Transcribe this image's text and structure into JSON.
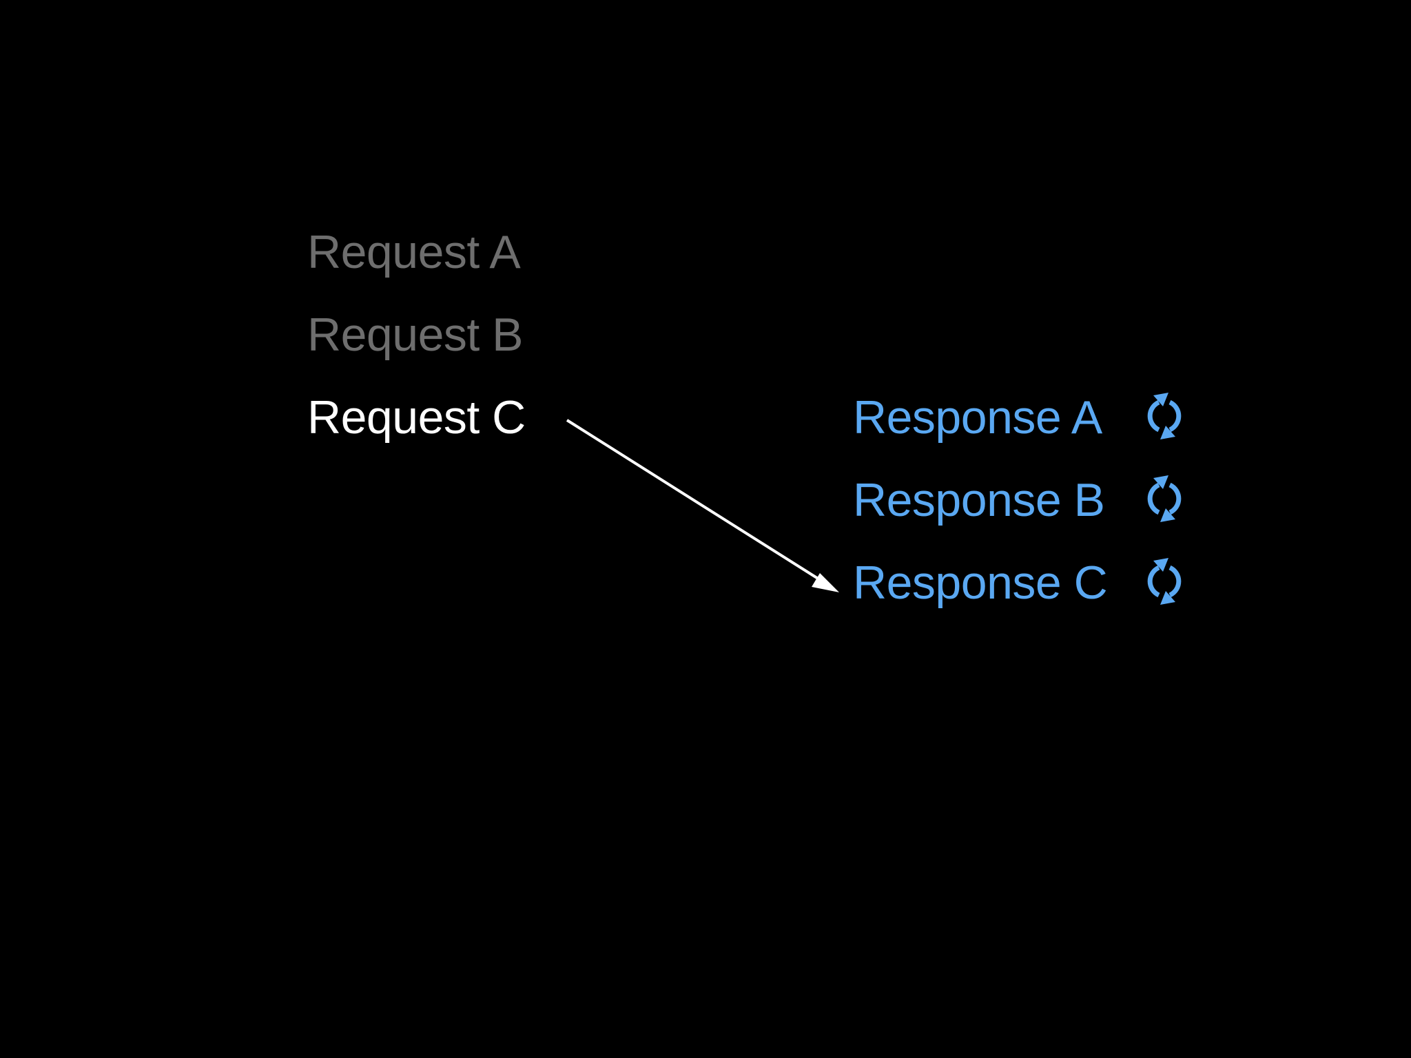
{
  "colors": {
    "background": "#000000",
    "inactive_request": "#6e6e6e",
    "active_request": "#ffffff",
    "response": "#5aa8f2",
    "arrow": "#ffffff"
  },
  "requests": [
    {
      "label": "Request A"
    },
    {
      "label": "Request B"
    },
    {
      "label": "Request C"
    }
  ],
  "responses": [
    {
      "label": "Response A",
      "icon": "refresh-icon"
    },
    {
      "label": "Response B",
      "icon": "refresh-icon"
    },
    {
      "label": "Response C",
      "icon": "refresh-icon"
    }
  ]
}
